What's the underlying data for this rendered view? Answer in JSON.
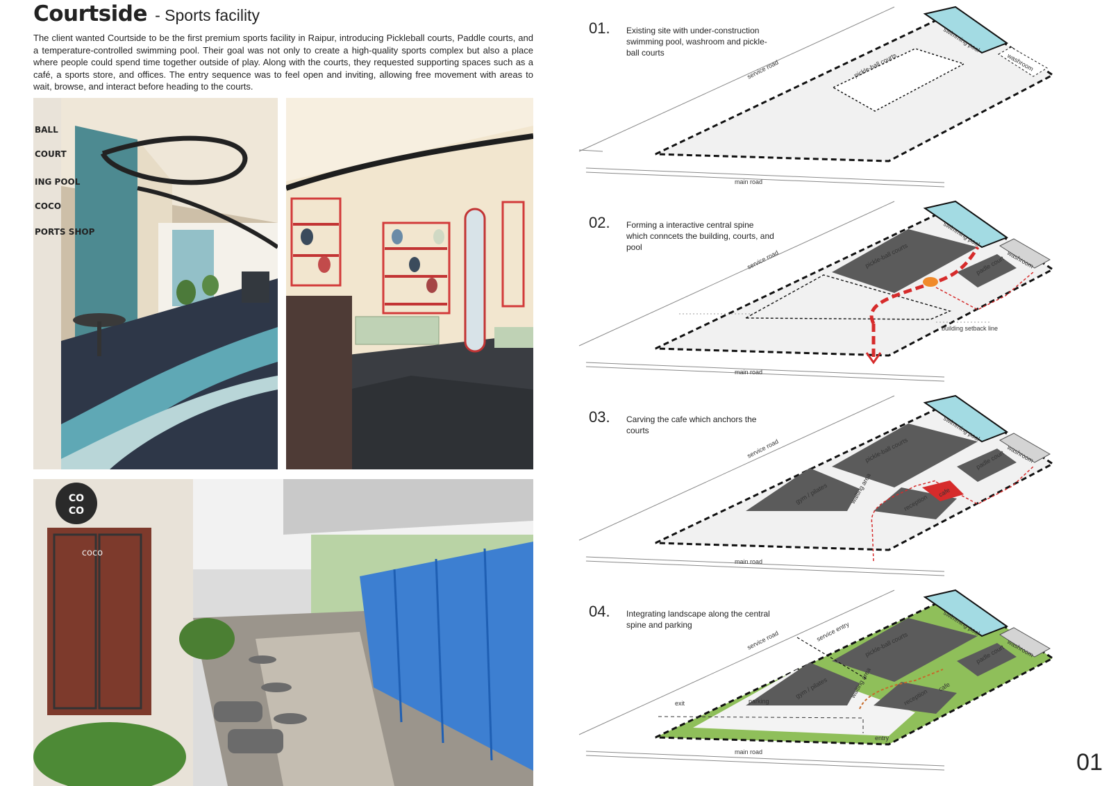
{
  "header": {
    "title": "Courtside",
    "subtitle": "- Sports facility"
  },
  "intro": "The client wanted Courtside to be the first premium sports facility in Raipur, introducing Pickleball courts, Paddle courts, and a temperature-controlled swimming pool. Their goal was not only to create a high-quality sports complex but also a place where people could spend time together outside of play. Along with the courts, they requested supporting spaces such as a café, a sports store, and offices. The entry sequence was to feel open and inviting, allowing free movement with areas to wait, browse, and interact before heading to the courts.",
  "photos": {
    "lobby_signage": [
      "BALL",
      "COURT",
      "ING POOL",
      "COCO",
      "PORTS SHOP"
    ],
    "cafe_sign": [
      "CO",
      "CO"
    ],
    "cafe_door": "coco"
  },
  "diagrams": [
    {
      "number": "01.",
      "caption": "Existing site with under-construction swimming pool, washroom and pickle-ball courts",
      "labels": {
        "pool": "swimming pool",
        "washroom": "washroom",
        "courts": "pickle-ball courts",
        "service_road": "service road",
        "main_road": "main road"
      }
    },
    {
      "number": "02.",
      "caption": "Forming a interactive central spine which conncets the building, courts, and pool",
      "labels": {
        "pool": "swimming pool",
        "washroom": "washroom",
        "courts": "pickle-ball courts",
        "paddle": "padle court",
        "setback": "building setback line",
        "service_road": "service road",
        "main_road": "main road"
      }
    },
    {
      "number": "03.",
      "caption": "Carving the cafe which anchors the courts",
      "labels": {
        "pool": "swimming pool",
        "washroom": "washroom",
        "courts": "pickle-ball courts",
        "paddle": "padle court",
        "gym": "gym / pilates",
        "waiting": "waiting area",
        "reception": "reception",
        "cafe": "cafe",
        "service_road": "service road",
        "main_road": "main road"
      }
    },
    {
      "number": "04.",
      "caption": "Integrating landscape along the central spine and parking",
      "labels": {
        "pool": "swimming pool",
        "washroom": "washroom",
        "courts": "pickle-ball courts",
        "paddle": "padle court",
        "gym": "gym / pilates",
        "waiting": "waiting area",
        "reception": "reception",
        "cafe": "cafe",
        "service_entry": "service entry",
        "parking": "parking",
        "exit": "exit",
        "entry": "entry",
        "service_road": "service road",
        "main_road": "main road"
      }
    }
  ],
  "page_number": "01",
  "colors": {
    "pool": "#9fd8e0",
    "accent": "#d62b2b",
    "building": "#5b5b5b",
    "landscape": "#8fbf5a"
  }
}
